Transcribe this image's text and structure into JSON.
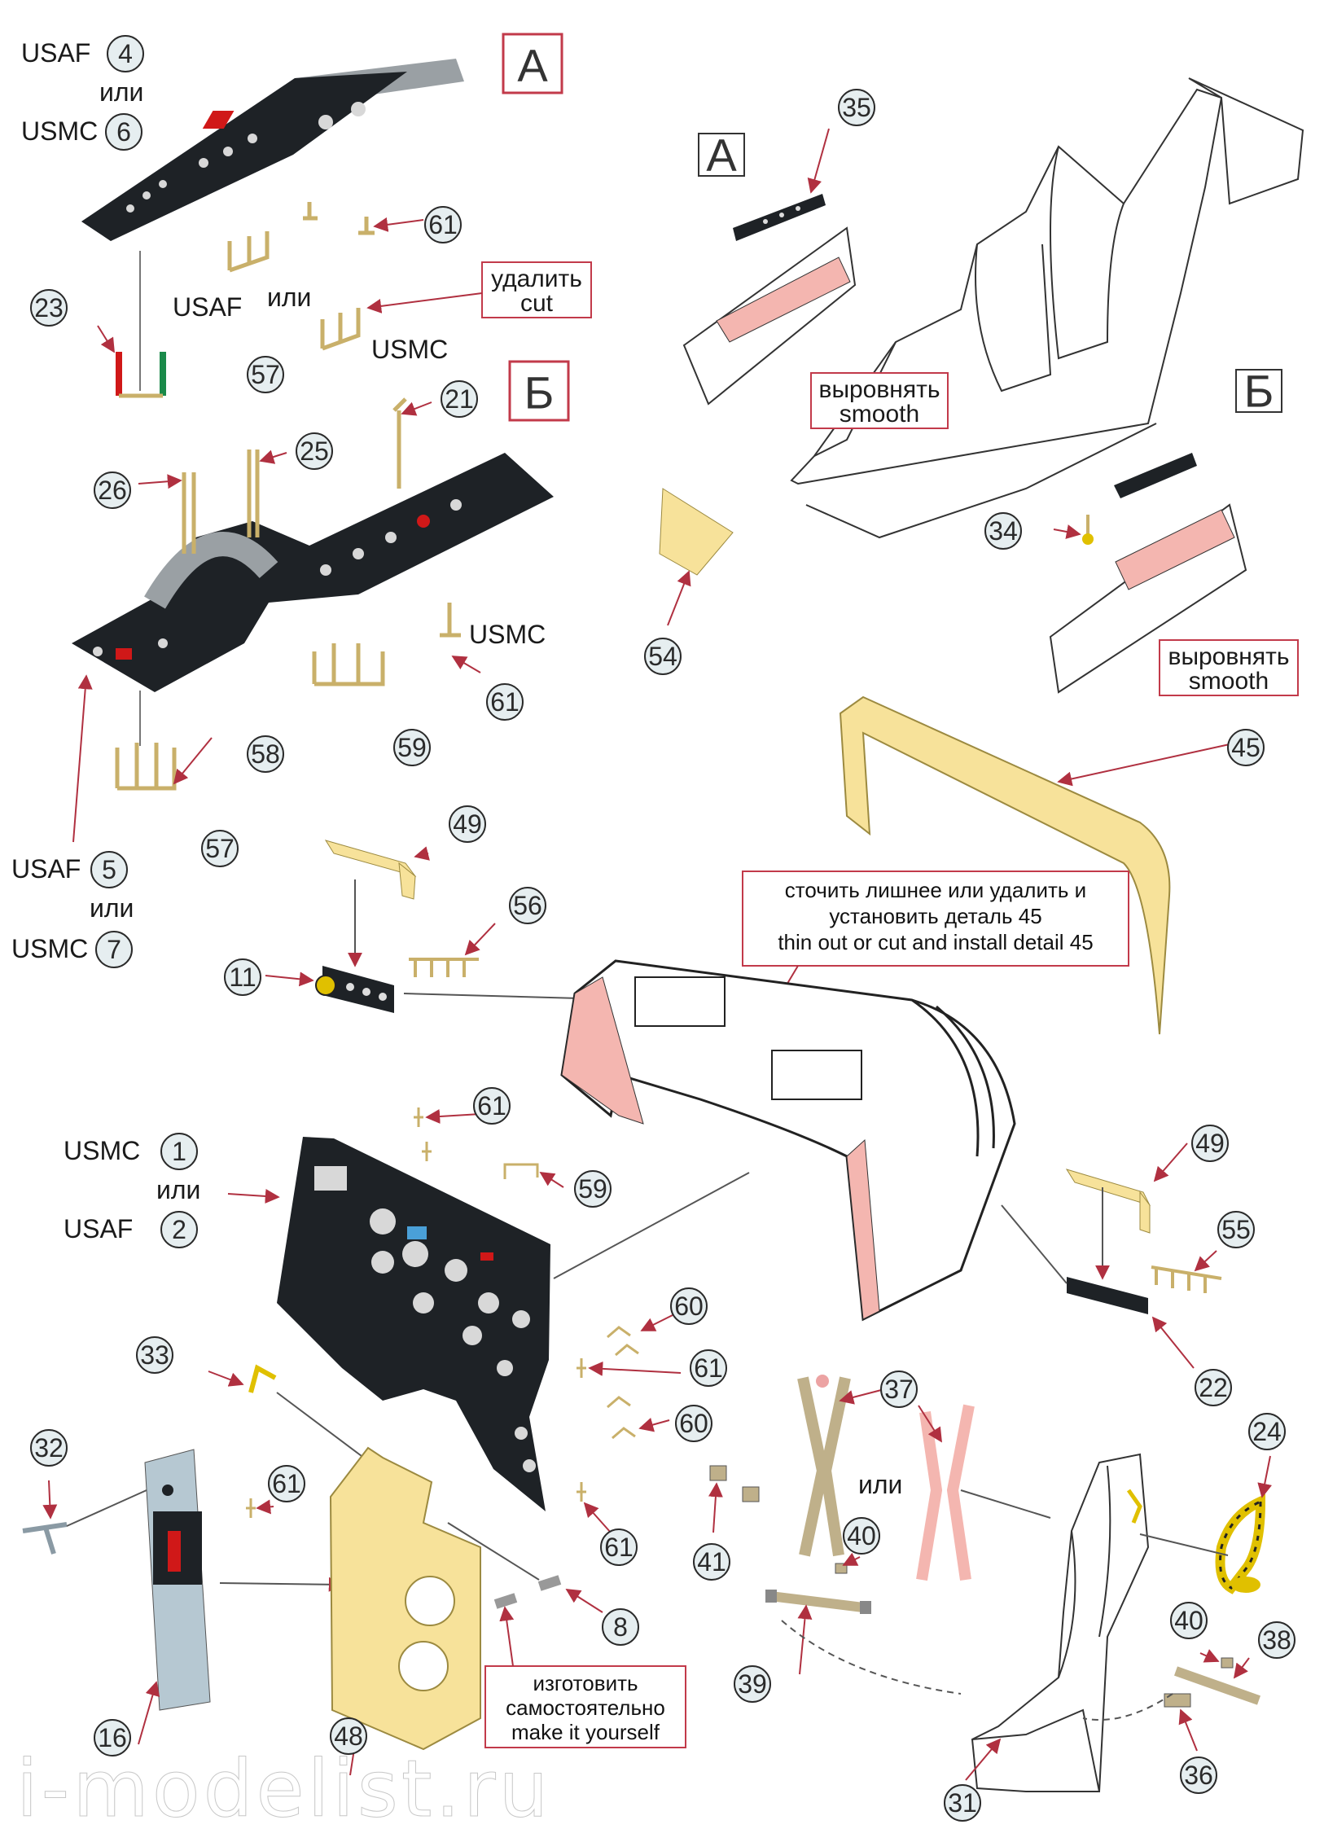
{
  "colors": {
    "photoetch_yellow": "#f7e29a",
    "pink_area": "#f4b6b0",
    "panel_dark": "#1e2226",
    "box_border_red": "#c23a4a",
    "callout_fill": "#e6eef0"
  },
  "markers": {
    "A": "А",
    "B": "Б"
  },
  "panel_4_6": {
    "usaf": "USAF",
    "num_usaf": "4",
    "or": "или",
    "usmc": "USMC",
    "num_usmc": "6"
  },
  "panel_5_7": {
    "usaf": "USAF",
    "num_usaf": "5",
    "or": "или",
    "usmc": "USMC",
    "num_usmc": "7"
  },
  "panel_1_2": {
    "usmc": "USMC",
    "num_usmc": "1",
    "or": "или",
    "usaf": "USAF",
    "num_usaf": "2"
  },
  "frames_57": {
    "usaf": "USAF",
    "or": "или",
    "usmc": "USMC"
  },
  "part_61_usmc": "USMC",
  "boxes": {
    "cut": {
      "ru": "удалить",
      "en": "cut"
    },
    "smooth_a": {
      "ru": "выровнять",
      "en": "smooth"
    },
    "smooth_b": {
      "ru": "выровнять",
      "en": "smooth"
    },
    "detail45": {
      "line1": "сточить лишнее или удалить и",
      "line2": "установить деталь 45",
      "line3": "thin out or cut and install detail 45"
    },
    "make": {
      "line1": "изготовить",
      "line2": "самостоятельно",
      "line3": "make it yourself"
    }
  },
  "harness_or": "или",
  "callouts": [
    {
      "id": "c61a",
      "num": "61"
    },
    {
      "id": "c23",
      "num": "23"
    },
    {
      "id": "c57a",
      "num": "57"
    },
    {
      "id": "c21",
      "num": "21"
    },
    {
      "id": "c25",
      "num": "25"
    },
    {
      "id": "c26",
      "num": "26"
    },
    {
      "id": "c61b",
      "num": "61"
    },
    {
      "id": "c58",
      "num": "58"
    },
    {
      "id": "c59a",
      "num": "59"
    },
    {
      "id": "c57b",
      "num": "57"
    },
    {
      "id": "c49a",
      "num": "49"
    },
    {
      "id": "c56",
      "num": "56"
    },
    {
      "id": "c11",
      "num": "11"
    },
    {
      "id": "c35",
      "num": "35"
    },
    {
      "id": "c34",
      "num": "34"
    },
    {
      "id": "c54",
      "num": "54"
    },
    {
      "id": "c45",
      "num": "45"
    },
    {
      "id": "c61c",
      "num": "61"
    },
    {
      "id": "c59b",
      "num": "59"
    },
    {
      "id": "c49b",
      "num": "49"
    },
    {
      "id": "c55",
      "num": "55"
    },
    {
      "id": "c22",
      "num": "22"
    },
    {
      "id": "c60a",
      "num": "60"
    },
    {
      "id": "c61d",
      "num": "61"
    },
    {
      "id": "c60b",
      "num": "60"
    },
    {
      "id": "c61e",
      "num": "61"
    },
    {
      "id": "c33",
      "num": "33"
    },
    {
      "id": "c32",
      "num": "32"
    },
    {
      "id": "c61f",
      "num": "61"
    },
    {
      "id": "c8",
      "num": "8"
    },
    {
      "id": "c16",
      "num": "16"
    },
    {
      "id": "c48",
      "num": "48"
    },
    {
      "id": "c37",
      "num": "37"
    },
    {
      "id": "c24",
      "num": "24"
    },
    {
      "id": "c41",
      "num": "41"
    },
    {
      "id": "c40a",
      "num": "40"
    },
    {
      "id": "c39",
      "num": "39"
    },
    {
      "id": "c40b",
      "num": "40"
    },
    {
      "id": "c38",
      "num": "38"
    },
    {
      "id": "c36",
      "num": "36"
    },
    {
      "id": "c31",
      "num": "31"
    }
  ],
  "watermark": "i-modelist.ru"
}
